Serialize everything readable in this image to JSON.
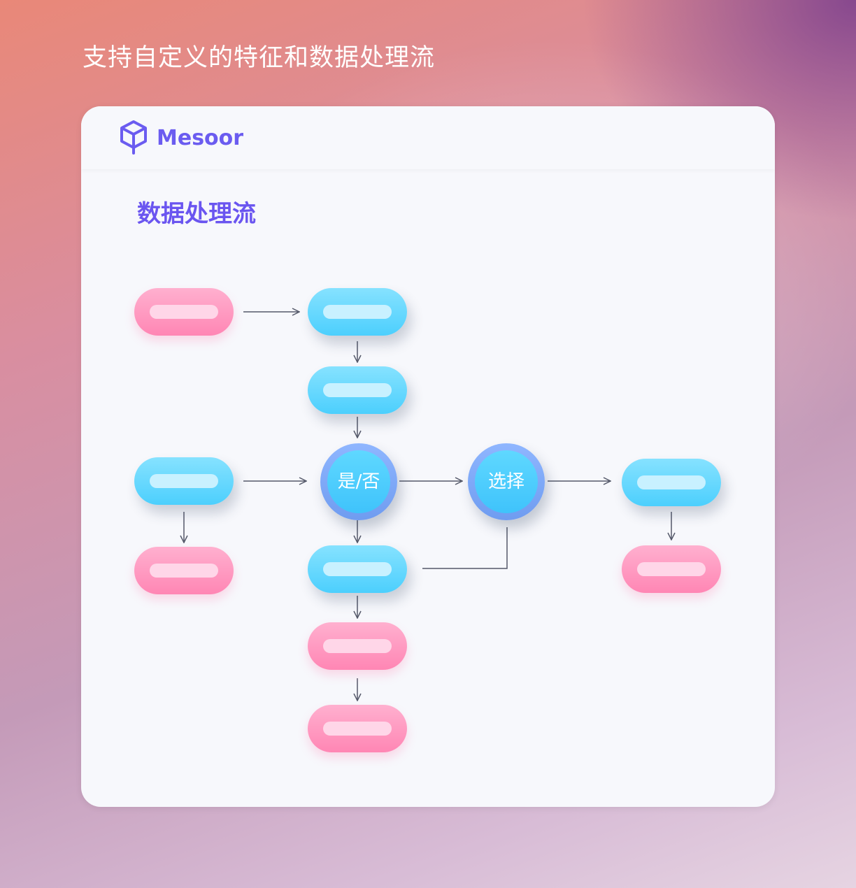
{
  "headline": "支持自定义的特征和数据处理流",
  "brand": {
    "name": "Mesoor"
  },
  "section_title": "数据处理流",
  "decisions": [
    {
      "label": "是/否"
    },
    {
      "label": "选择"
    }
  ],
  "colors": {
    "accent": "#6b5cf0",
    "pill_pink": "#ff9cc3",
    "pill_blue": "#5fd6fe",
    "decision_ring": "#7ea8f5",
    "connector": "#55596a"
  }
}
